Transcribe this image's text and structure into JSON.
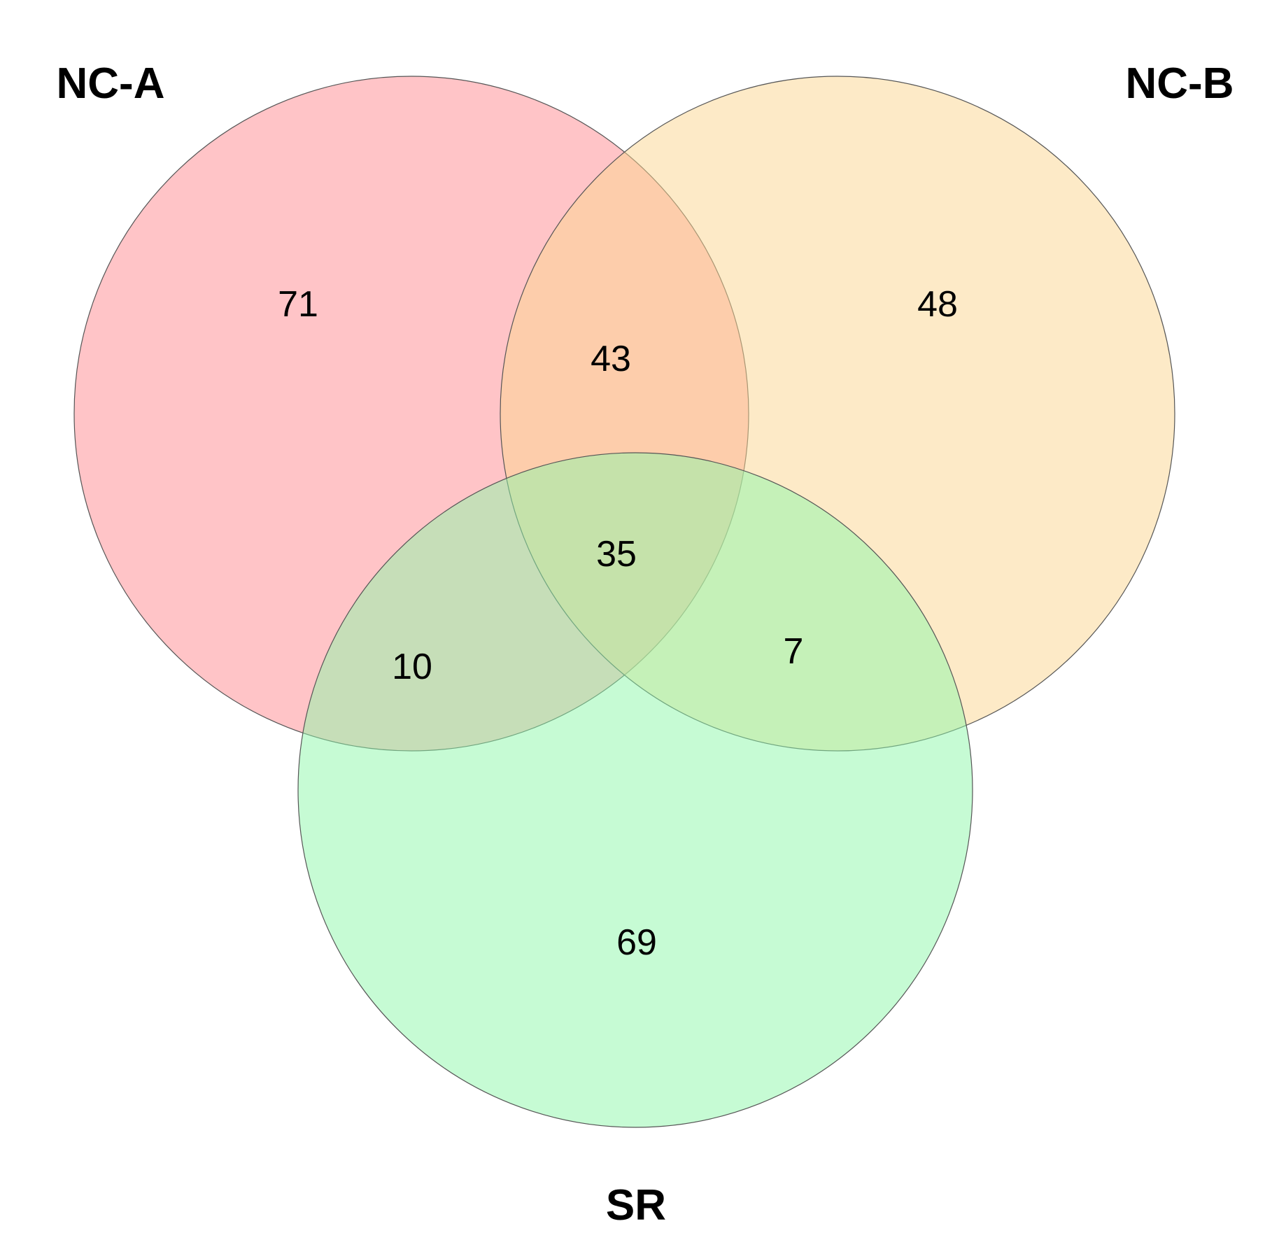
{
  "sets": [
    {
      "key": "a",
      "name": "NC-A",
      "color": "#ff8a8f"
    },
    {
      "key": "b",
      "name": "NC-B",
      "color": "#fcd690"
    },
    {
      "key": "c",
      "name": "SR",
      "color": "#8ef7aa"
    }
  ],
  "regions": {
    "a_only": "71",
    "b_only": "48",
    "c_only": "69",
    "ab": "43",
    "ac": "10",
    "bc": "7",
    "abc": "35"
  }
}
